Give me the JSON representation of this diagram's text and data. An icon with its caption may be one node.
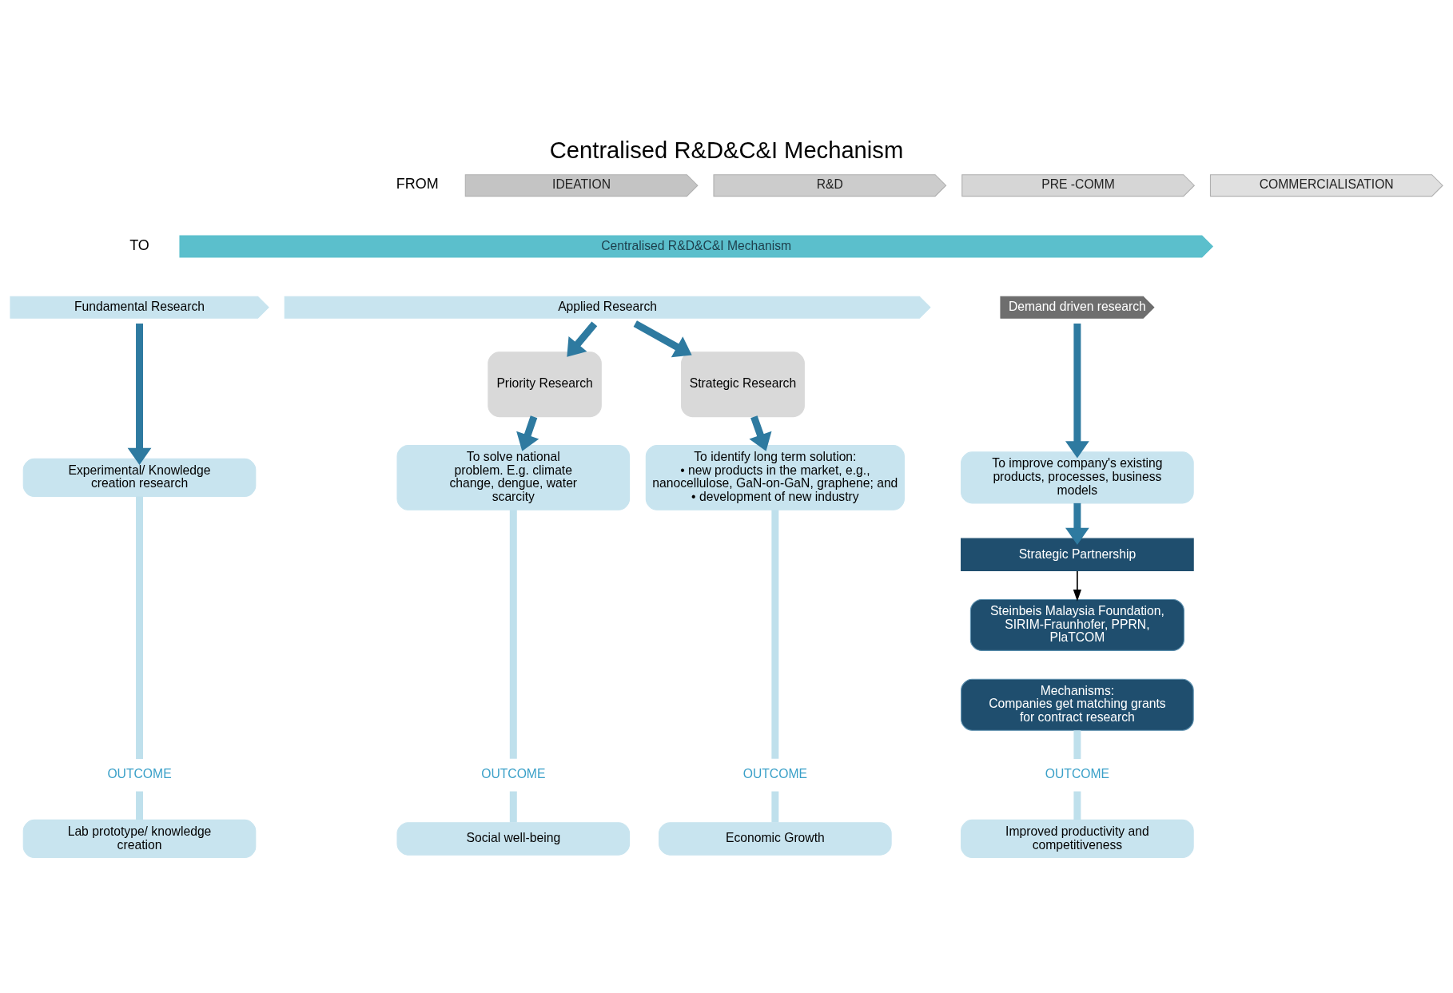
{
  "diagram": {
    "title": "Centralised R&D&C&I Mechanism",
    "nodes": [
      {
        "text": [
          "IDEATION"
        ]
      },
      {
        "text": [
          "R&D"
        ]
      },
      {
        "text": [
          "PRE -COMM"
        ]
      },
      {
        "text": [
          "COMMERCIALISATION"
        ]
      },
      {
        "text": [
          "Centralised R&D&C&I Mechanism"
        ]
      },
      {
        "text": [
          "Fundamental Research"
        ]
      },
      {
        "text": [
          "Applied Research"
        ]
      },
      {
        "text": [
          "Demand driven research"
        ]
      },
      {
        "text": [
          "Priority Research"
        ]
      },
      {
        "text": [
          "Strategic Research"
        ]
      },
      {
        "text": [
          "Experimental/ Knowledge creation research"
        ]
      },
      {
        "text": [
          "To solve national problem. E.g. climate change, dengue, water scarcity"
        ]
      },
      {
        "text": [
          "To identify long term solution:",
          "• new products in the market, e.g., nanocellulose, GaN-on-GaN, graphene; and",
          "• development of new industry"
        ]
      },
      {
        "text": [
          "To improve company's existing products, processes, business models"
        ]
      },
      {
        "text": [
          "Strategic Partnership"
        ]
      },
      {
        "text": [
          "Steinbeis Malaysia Foundation, SIRIM-Fraunhofer, PPRN, PlaTCOM"
        ]
      },
      {
        "text": [
          "Mechanisms:",
          "Companies get matching grants for contract research"
        ]
      },
      {
        "text": [
          "OUTCOME"
        ]
      },
      {
        "text": [
          "Lab prototype/ knowledge creation"
        ]
      },
      {
        "text": [
          "OUTCOME"
        ]
      },
      {
        "text": [
          "Social well-being"
        ]
      },
      {
        "text": [
          "OUTCOME"
        ]
      },
      {
        "text": [
          "Economic Growth"
        ]
      },
      {
        "text": [
          "OUTCOME"
        ]
      },
      {
        "text": [
          "Improved productivity and competitiveness"
        ]
      }
    ],
    "edges": [
      {
        "from": 5,
        "to": 10,
        "arrow": "to",
        "color": "#2e7aa0"
      },
      {
        "from": 6,
        "to": 8,
        "arrow": "to",
        "color": "#2e7aa0"
      },
      {
        "from": 6,
        "to": 9,
        "arrow": "to",
        "color": "#2e7aa0"
      },
      {
        "from": 8,
        "to": 11,
        "arrow": "to",
        "color": "#2e7aa0"
      },
      {
        "from": 9,
        "to": 12,
        "arrow": "to",
        "color": "#2e7aa0"
      },
      {
        "from": 7,
        "to": 13,
        "arrow": "to",
        "color": "#2e7aa0"
      },
      {
        "from": 13,
        "to": 14,
        "arrow": "to",
        "color": "#2e7aa0"
      },
      {
        "from": 14,
        "to": 15,
        "arrow": "to",
        "color": "#000000"
      },
      {
        "from": 10,
        "to": 17,
        "arrow": "none"
      },
      {
        "from": 17,
        "to": 18,
        "arrow": "none"
      },
      {
        "from": 11,
        "to": 19,
        "arrow": "none"
      },
      {
        "from": 19,
        "to": 20,
        "arrow": "none"
      },
      {
        "from": 12,
        "to": 21,
        "arrow": "none"
      },
      {
        "from": 21,
        "to": 22,
        "arrow": "none"
      },
      {
        "from": 16,
        "to": 23,
        "arrow": "none"
      },
      {
        "from": 23,
        "to": 24,
        "arrow": "none"
      }
    ],
    "labels": [
      "FROM",
      "TO"
    ]
  }
}
